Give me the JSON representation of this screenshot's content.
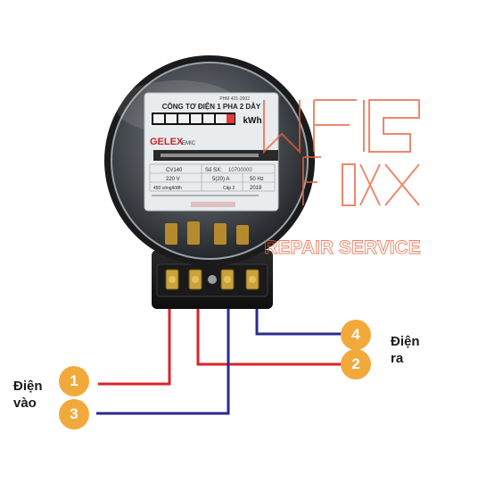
{
  "meter": {
    "title": "CÔNG TƠ ĐIỆN 1 PHA 2 DÂY",
    "unit": "kWh",
    "brand": "GELEX",
    "brand_suffix": "EMIC",
    "model": "CV140",
    "serial_label": "Số SX:",
    "serial": "10700000",
    "voltage": "220 V",
    "current": "5(20) A",
    "frequency": "50 Hz",
    "constant": "450 vòng/kWh",
    "class": "Cấp 2",
    "year": "2019",
    "top_code": "PHM 421-2002"
  },
  "watermark": {
    "repair_service": "REPAIR SERVICE"
  },
  "labels": {
    "in_line1": "Điện",
    "in_line2": "vào",
    "out_line1": "Điện",
    "out_line2": "ra"
  },
  "terminals": [
    "1",
    "2",
    "3",
    "4"
  ],
  "colors": {
    "live": "#d9232a",
    "neutral": "#2b2b8f",
    "badge": "#f2a93b",
    "watermark": "#e8603c"
  }
}
